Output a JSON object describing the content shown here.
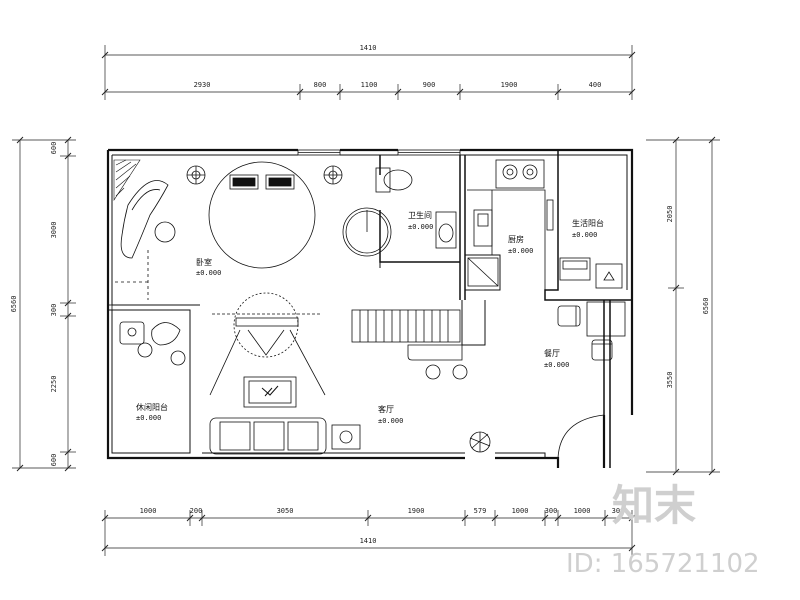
{
  "dimensions": {
    "top_total": "1410",
    "top_segments": [
      "2930",
      "800",
      "1100",
      "900",
      "1900",
      "400"
    ],
    "bottom_segments": [
      "1000",
      "200",
      "3050",
      "1900",
      "579",
      "1000",
      "300",
      "1000",
      "300"
    ],
    "bottom_total": "1410",
    "left_total": "6560",
    "left_segments": [
      "600",
      "3000",
      "300",
      "2250",
      "600"
    ],
    "right_upper": "2050",
    "right_total": "6560",
    "right_lower": "3550"
  },
  "rooms": {
    "bedroom": {
      "label": "卧室",
      "elev": "±0.000"
    },
    "bathroom": {
      "label": "卫生间",
      "elev": "±0.000"
    },
    "kitchen": {
      "label": "厨房",
      "elev": "±0.000"
    },
    "balcony_2": {
      "label": "生活阳台",
      "elev": "±0.000"
    },
    "dining": {
      "label": "餐厅",
      "elev": "±0.000"
    },
    "living": {
      "label": "客厅",
      "elev": "±0.000"
    },
    "balcony_1": {
      "label": "休闲阳台",
      "elev": "±0.000"
    }
  },
  "watermark": {
    "logo": "知末",
    "id_text": "ID: 165721102"
  }
}
